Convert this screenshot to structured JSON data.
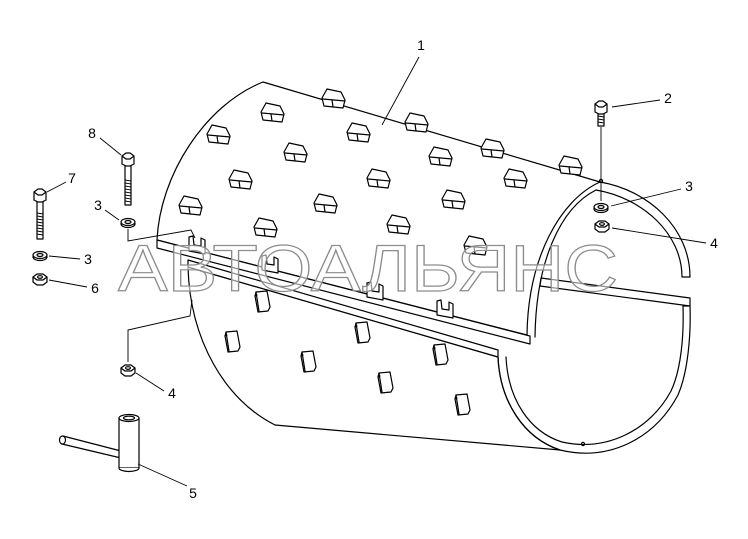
{
  "callouts": {
    "drum": "1",
    "bolt_right": "2",
    "washer_right": "3",
    "nut_right": "4",
    "bolt_long": "8",
    "washer_long": "3",
    "bolt_short": "7",
    "washer_short": "3",
    "nut_short": "6",
    "nut_lower": "4",
    "wrench": "5"
  },
  "watermark": "АВТОАЛЬЯНС",
  "colors": {
    "line": "#000000",
    "watermark_outline": "#8c8c8c",
    "background": "#ffffff"
  }
}
